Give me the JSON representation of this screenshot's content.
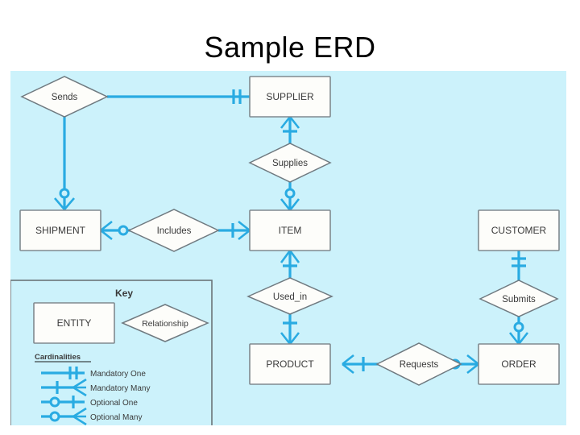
{
  "slide": {
    "title": "Sample ERD",
    "background_color": "#ffffff"
  },
  "diagram": {
    "background_color": "#ccf2fb",
    "line_color": "#29abe2",
    "shape_fill": "#fdfdfa",
    "shape_stroke": "#808a8f",
    "text_color": "#3a3a3a",
    "entities": [
      {
        "id": "supplier",
        "label": "SUPPLIER"
      },
      {
        "id": "shipment",
        "label": "SHIPMENT"
      },
      {
        "id": "item",
        "label": "ITEM"
      },
      {
        "id": "customer",
        "label": "CUSTOMER"
      },
      {
        "id": "product",
        "label": "PRODUCT"
      },
      {
        "id": "order",
        "label": "ORDER"
      }
    ],
    "relationships": [
      {
        "id": "sends",
        "label": "Sends"
      },
      {
        "id": "supplies",
        "label": "Supplies"
      },
      {
        "id": "includes",
        "label": "Includes"
      },
      {
        "id": "used_in",
        "label": "Used_in"
      },
      {
        "id": "submits",
        "label": "Submits"
      },
      {
        "id": "requests",
        "label": "Requests"
      }
    ],
    "key": {
      "title": "Key",
      "entity_label": "ENTITY",
      "relationship_label": "Relationship",
      "cardinalities_heading": "Cardinalities",
      "cardinalities": [
        {
          "id": "mandatory-one",
          "label": "Mandatory One"
        },
        {
          "id": "mandatory-many",
          "label": "Mandatory Many"
        },
        {
          "id": "optional-one",
          "label": "Optional One"
        },
        {
          "id": "optional-many",
          "label": "Optional Many"
        }
      ]
    }
  }
}
